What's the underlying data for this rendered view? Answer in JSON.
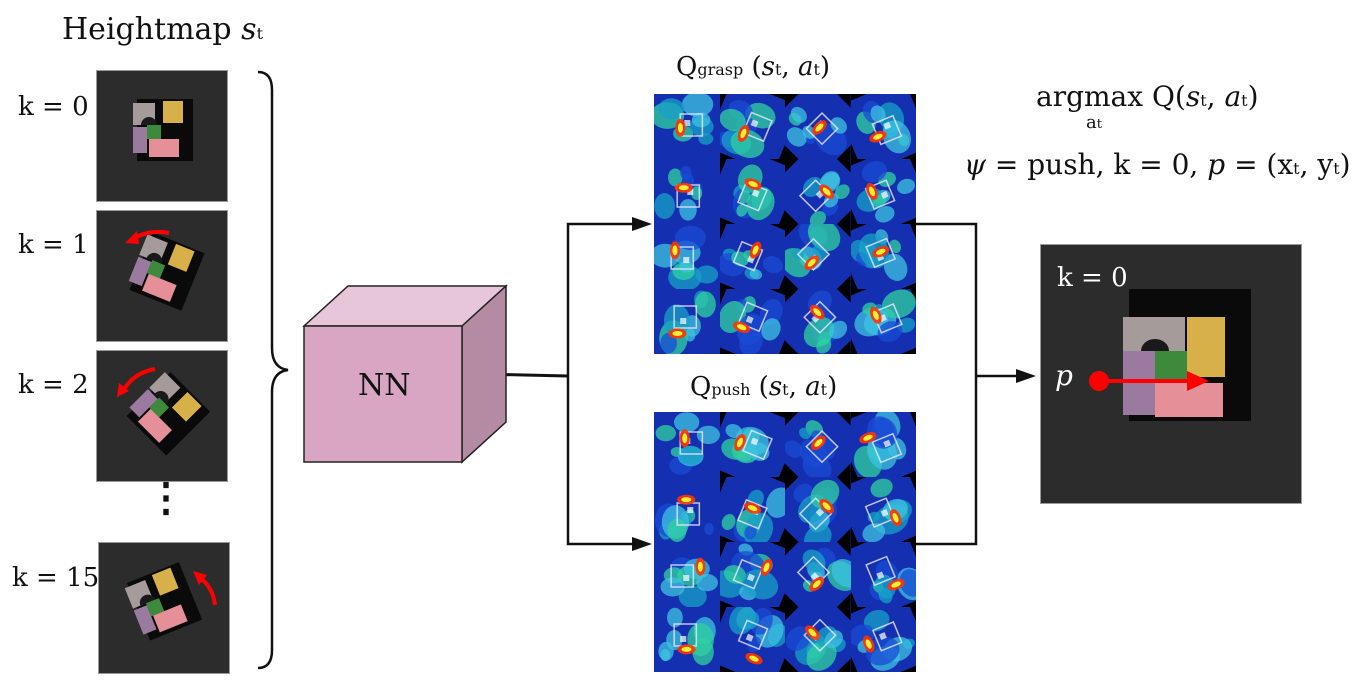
{
  "heightmap_title": {
    "main": "Heightmap ",
    "var": "s",
    "sub": "t"
  },
  "rotations": [
    {
      "label": "k = 0",
      "angle": 0,
      "arrow": "none"
    },
    {
      "label": "k = 1",
      "angle": 22,
      "arrow": "ccw-top"
    },
    {
      "label": "k = 2",
      "angle": 45,
      "arrow": "ccw-left"
    },
    {
      "label": "k = 15",
      "angle": -22,
      "arrow": "cw-right"
    }
  ],
  "ellipsis": "⋮",
  "network_label": "NN",
  "q_grasp": {
    "q": "Q",
    "sub": "grasp",
    "args": " (",
    "s": "s",
    "ssub": "t",
    "comma": ", ",
    "a": "a",
    "asub": "t",
    "close": ")"
  },
  "q_push": {
    "q": "Q",
    "sub": "push",
    "args": "  (",
    "s": "s",
    "ssub": "t",
    "comma": ", ",
    "a": "a",
    "asub": "t",
    "close": ")"
  },
  "argmax": {
    "word": "argmax Q(",
    "s": "s",
    "ssub": "t",
    "comma": ", ",
    "a": "a",
    "asub": "t",
    "close": ")",
    "under": "a",
    "undersub": "t"
  },
  "action_line": {
    "psi": "ψ",
    "eq1": " = push, k = 0, ",
    "p": "p",
    "eq2": " = (x",
    "xsub": "t",
    "mid": ", y",
    "ysub": "t",
    "close": ")"
  },
  "result": {
    "label": "k = 0",
    "point": "p"
  },
  "colors": {
    "background": "#ffffff",
    "panel": "#2c2c2c",
    "cube": "#d8a6c2",
    "arrow": "#ff0000",
    "q_low": "#0b1f8c",
    "q_high": "#ff2200"
  }
}
